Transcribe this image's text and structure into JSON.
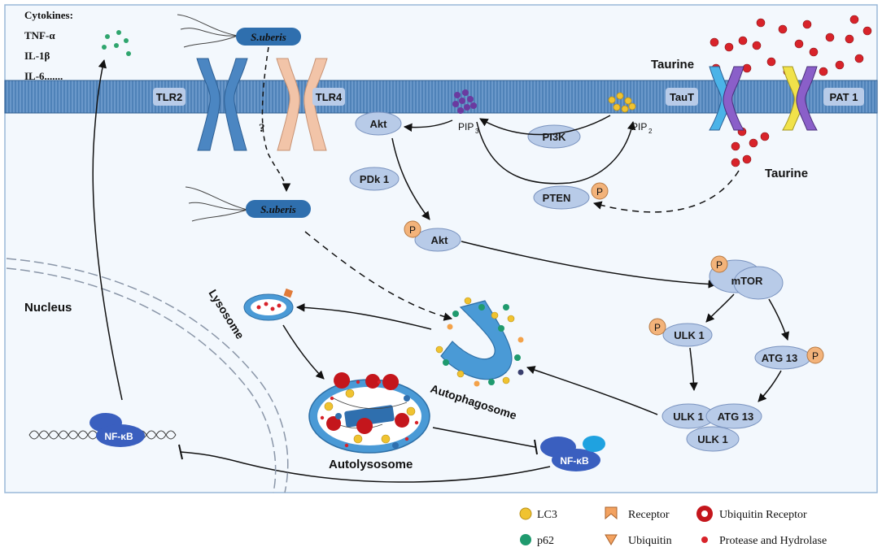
{
  "cytokines": {
    "title": "Cytokines:",
    "items": [
      "TNF-α",
      "IL-1β",
      "IL-6......."
    ]
  },
  "pathogen": {
    "name": "S.uberis",
    "unknown_mark": "?"
  },
  "receptors": {
    "tlr2": "TLR2",
    "tlr4": "TLR4",
    "taut": "TauT",
    "pat1": "PAT 1"
  },
  "taurine": {
    "top": "Taurine",
    "bottom": "Taurine"
  },
  "signaling": {
    "akt": "Akt",
    "akt_p": "Akt",
    "pdk1": "PDk 1",
    "pip3_main": "PIP",
    "pip3_sub": "3",
    "pip2_main": "PIP",
    "pip2_sub": "2",
    "pi3k": "PI3K",
    "pten": "PTEN",
    "phospho": "P",
    "mtor": "mTOR",
    "ulk1": "ULK 1",
    "atg13": "ATG 13",
    "complex_ulk1_a": "ULK 1",
    "complex_atg13": "ATG 13",
    "complex_ulk1_b": "ULK 1"
  },
  "organelles": {
    "nucleus": "Nucleus",
    "lysosome": "Lysosome",
    "autophagosome": "Autophagosome",
    "autolysosome": "Autolysosome",
    "nfkb_dna": "NF-κB",
    "nfkb_cyto": "NF-κB"
  },
  "legend": {
    "lc3": "LC3",
    "p62": "p62",
    "receptor": "Receptor",
    "ubiquitin": "Ubiquitin",
    "ubiquitin_receptor": "Ubiquitin Receptor",
    "protease": "Protease and Hydrolase"
  },
  "colors": {
    "membrane": "#4a7fb5",
    "pill_fill": "#b8cbe8",
    "pill_stroke": "#7a93bf",
    "tlr2": "#4b86c2",
    "tlr4": "#f2c4a8",
    "bacterium": "#2f6fae",
    "phospho": "#f3b37a",
    "taurine_dot": "#d8232a",
    "lc3": "#f0c330",
    "p62": "#1f9a6e",
    "pip3": "#6b3aa0",
    "nfkb": "#3a5fbf",
    "cell_border": "#9ab8d8",
    "cell_bg": "#f3f8fd"
  }
}
